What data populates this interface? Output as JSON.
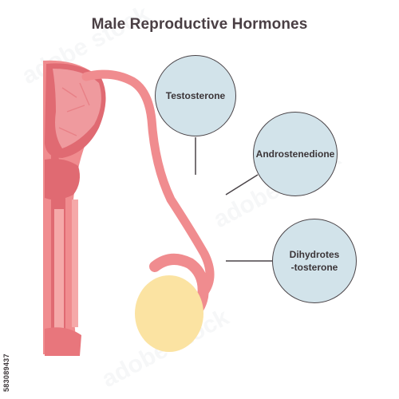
{
  "title": "Male Reproductive Hormones",
  "hormones": [
    {
      "label_lines": [
        "Testosterone"
      ]
    },
    {
      "label_lines": [
        "Androstenedione"
      ]
    },
    {
      "label_lines": [
        "Dihydrotes",
        "-tosterone"
      ]
    }
  ],
  "image_id": "583089437",
  "colors": {
    "tissue": "#f08c8f",
    "tissue_dark": "#e06a72",
    "tissue_light": "#f5a9a9",
    "testis": "#fbe3a2",
    "bubble_fill": "#d2e3ea",
    "line": "#4a4448",
    "title_text": "#4a3f44"
  }
}
